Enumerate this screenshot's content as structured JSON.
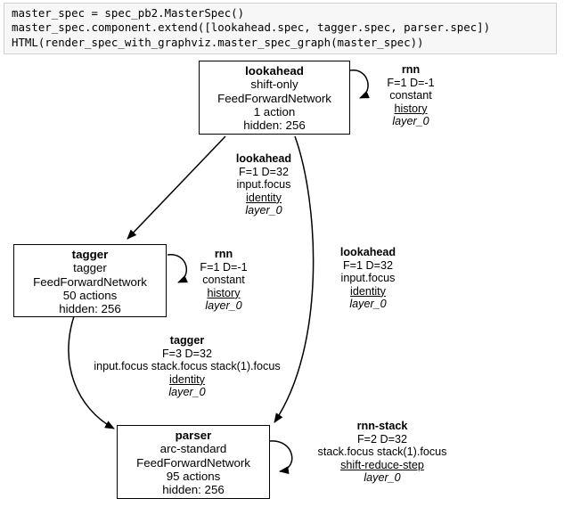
{
  "code_cell": {
    "lines": [
      "master_spec = spec_pb2.MasterSpec()",
      "master_spec.component.extend([lookahead.spec, tagger.spec, parser.spec])",
      "HTML(render_spec_with_graphviz.master_spec_graph(master_spec))"
    ]
  },
  "graph": {
    "nodes": [
      {
        "id": "lookahead",
        "title": "lookahead",
        "transition": "shift-only",
        "network": "FeedForwardNetwork",
        "actions": "1 action",
        "hidden": "hidden: 256"
      },
      {
        "id": "tagger",
        "title": "tagger",
        "transition": "tagger",
        "network": "FeedForwardNetwork",
        "actions": "50 actions",
        "hidden": "hidden: 256"
      },
      {
        "id": "parser",
        "title": "parser",
        "transition": "arc-standard",
        "network": "FeedForwardNetwork",
        "actions": "95 actions",
        "hidden": "hidden: 256"
      }
    ],
    "edges": [
      {
        "id": "lookahead-self",
        "source": "lookahead",
        "target": "lookahead",
        "title": "rnn",
        "fd": "F=1 D=-1",
        "features": "constant",
        "translator": "history",
        "layer": "layer_0"
      },
      {
        "id": "lookahead-to-tagger",
        "source": "lookahead",
        "target": "tagger",
        "title": "lookahead",
        "fd": "F=1 D=32",
        "features": "input.focus",
        "translator": "identity",
        "layer": "layer_0"
      },
      {
        "id": "tagger-self",
        "source": "tagger",
        "target": "tagger",
        "title": "rnn",
        "fd": "F=1 D=-1",
        "features": "constant",
        "translator": "history",
        "layer": "layer_0"
      },
      {
        "id": "lookahead-to-parser",
        "source": "lookahead",
        "target": "parser",
        "title": "lookahead",
        "fd": "F=1 D=32",
        "features": "input.focus",
        "translator": "identity",
        "layer": "layer_0"
      },
      {
        "id": "tagger-to-parser",
        "source": "tagger",
        "target": "parser",
        "title": "tagger",
        "fd": "F=3 D=32",
        "features": "input.focus stack.focus stack(1).focus",
        "translator": "identity",
        "layer": "layer_0"
      },
      {
        "id": "parser-self",
        "source": "parser",
        "target": "parser",
        "title": "rnn-stack",
        "fd": "F=2 D=32",
        "features": "stack.focus stack(1).focus",
        "translator": "shift-reduce-step",
        "layer": "layer_0"
      }
    ]
  },
  "colors": {
    "edge": "#000000",
    "node_border": "#000000",
    "cell_bg": "#f7f7f7",
    "cell_border": "#cfcfcf",
    "text": "#000000"
  }
}
